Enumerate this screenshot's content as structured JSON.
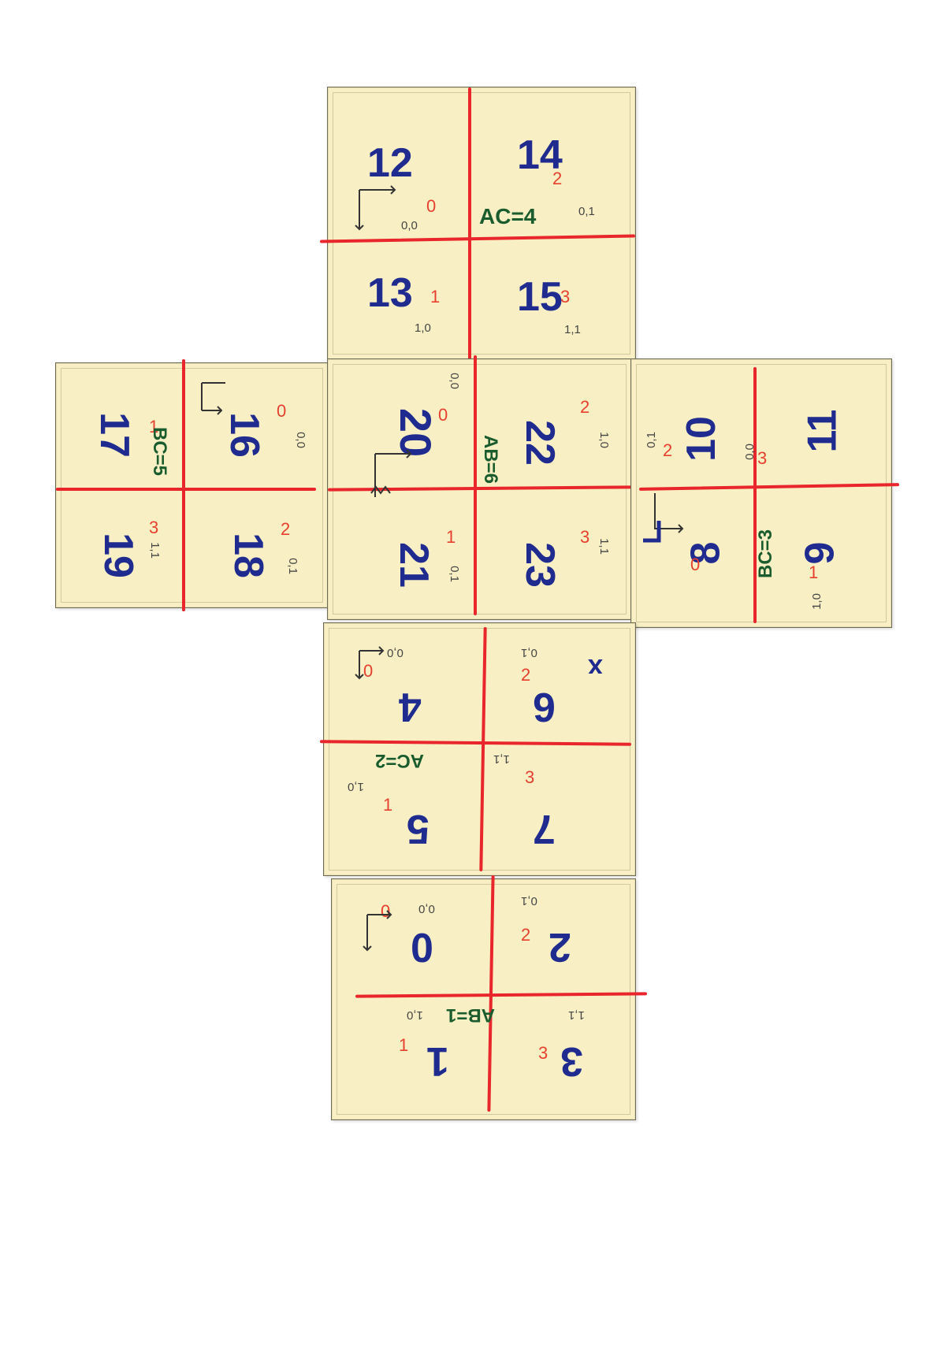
{
  "faces": {
    "top": {
      "numbers": [
        "12",
        "14",
        "13",
        "15"
      ],
      "reds": [
        "0",
        "2",
        "1",
        "3"
      ],
      "coords": [
        "0,0",
        "0,1",
        "1,0",
        "1,1"
      ],
      "note": "AC=4"
    },
    "left": {
      "numbers": [
        "17",
        "16",
        "19",
        "18"
      ],
      "reds": [
        "1",
        "0",
        "3",
        "2"
      ],
      "coords": [
        "0,0",
        "1,1",
        "0,1"
      ],
      "note": "BC=5"
    },
    "center": {
      "numbers": [
        "20",
        "22",
        "21",
        "23"
      ],
      "reds": [
        "0",
        "2",
        "1",
        "3"
      ],
      "coords": [
        "0,0",
        "1,0",
        "0,1",
        "1,1"
      ],
      "note": "AB=6"
    },
    "right": {
      "numbers": [
        "10",
        "11",
        "8",
        "9"
      ],
      "reds": [
        "2",
        "3",
        "0",
        "1"
      ],
      "coords": [
        "0,1",
        "0,0",
        "1,0"
      ],
      "note": "BC=3"
    },
    "lower": {
      "numbers": [
        "4",
        "6",
        "5",
        "7"
      ],
      "reds": [
        "0",
        "2",
        "1",
        "3"
      ],
      "coords": [
        "0,0",
        "0,1",
        "1,0",
        "1,1"
      ],
      "note": "AC=2",
      "mark": "x"
    },
    "bottom": {
      "numbers": [
        "0",
        "2",
        "1",
        "3"
      ],
      "reds": [
        "0",
        "2",
        "1",
        "3"
      ],
      "coords": [
        "0,0",
        "0,1",
        "1,0",
        "1,1"
      ],
      "note": "AB=1"
    }
  },
  "colors": {
    "paper": "#f8f0c4",
    "grid_line": "#e8262c",
    "number": "#1f2b8f",
    "note": "#1a5c2e",
    "index": "#e8402f"
  }
}
